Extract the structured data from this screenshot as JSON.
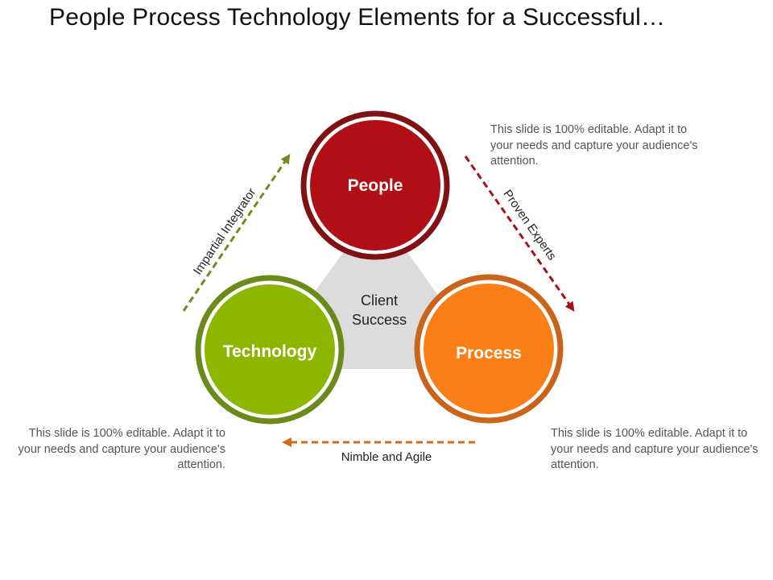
{
  "title": "People Process Technology Elements for a Successful…",
  "center": {
    "line1": "Client",
    "line2": "Success"
  },
  "nodes": [
    {
      "label": "People",
      "fill": "#B01015",
      "ring": "#7F1115"
    },
    {
      "label": "Technology",
      "fill": "#8DB600",
      "ring": "#6A8A1A"
    },
    {
      "label": "Process",
      "fill": "#FA7F16",
      "ring": "#C9641A"
    }
  ],
  "arrows": [
    {
      "label": "Impartial Integrator",
      "color": "#6E8C1A"
    },
    {
      "label": "Proven Experts",
      "color": "#A3141A"
    },
    {
      "label": "Nimble and Agile",
      "color": "#D2691E"
    }
  ],
  "descriptions": {
    "top_right": "This slide is 100% editable. Adapt it to your needs and capture your audience's attention.",
    "bottom_left": "This slide is 100% editable. Adapt it to your needs and capture your audience's attention.",
    "bottom_right": "This slide is 100% editable. Adapt it to your needs and capture your audience's attention."
  },
  "triangle_color": "#DDDBDB"
}
